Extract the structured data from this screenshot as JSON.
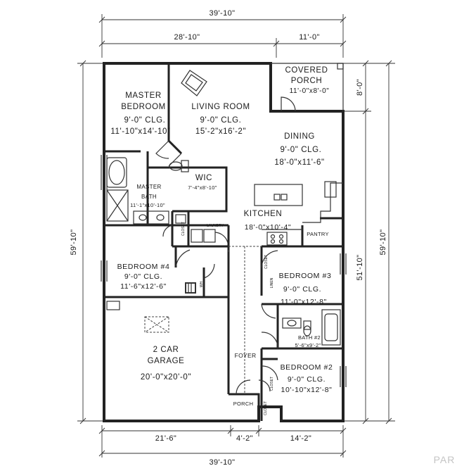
{
  "dimensions": {
    "top_overall": "39'-10\"",
    "top_left": "28'-10\"",
    "top_right": "11'-0\"",
    "bottom_overall": "39'-10\"",
    "bottom_left": "21'-6\"",
    "bottom_mid": "4'-2\"",
    "bottom_right": "14'-2\"",
    "left_overall": "59'-10\"",
    "right_overall": "59'-10\"",
    "right_porch": "8'-0\"",
    "right_inner": "51'-10\""
  },
  "rooms": {
    "covered_porch": {
      "name1": "COVERED",
      "name2": "PORCH",
      "size": "11'-0\"x8'-0\""
    },
    "master_bedroom": {
      "name1": "MASTER",
      "name2": "BEDROOM",
      "ceiling": "9'-0\" CLG.",
      "size": "11'-10\"x14'-10\""
    },
    "living_room": {
      "name": "LIVING ROOM",
      "ceiling": "9'-0\" CLG.",
      "size": "15'-2\"x16'-2\""
    },
    "dining": {
      "name": "DINING",
      "ceiling": "9'-0\" CLG.",
      "size": "18'-0\"x11'-6\""
    },
    "wic": {
      "name": "WIC",
      "size": "7'-4\"x8'-10\""
    },
    "master_bath": {
      "name1": "MASTER",
      "name2": "BATH",
      "size": "11'-1\"x10'-10\""
    },
    "kitchen": {
      "name": "KITCHEN",
      "size": "18'-0\"x10'-4\""
    },
    "pantry": {
      "name": "PANTRY"
    },
    "laundry": {
      "name": "LAUNDRY"
    },
    "closet": {
      "name": "CLOSET"
    },
    "linen": {
      "name": "LINEN"
    },
    "wh": {
      "name": "WH"
    },
    "bedroom4": {
      "name": "BEDROOM #4",
      "ceiling": "9'-0\" CLG.",
      "size": "11'-6\"x12'-6\""
    },
    "bedroom3": {
      "name": "BEDROOM #3",
      "ceiling": "9'-0\" CLG.",
      "size": "11'-0\"x12'-8\""
    },
    "bath2": {
      "name": "BATH #2",
      "size": "5'-6\"x9'-2\""
    },
    "garage": {
      "name1": "2 CAR",
      "name2": "GARAGE",
      "size": "20'-0\"x20'-0\""
    },
    "foyer": {
      "name": "FOYER"
    },
    "porch": {
      "name": "PORCH"
    },
    "bedroom2": {
      "name": "BEDROOM #2",
      "ceiling": "9'-0\" CLG.",
      "size": "10'-10\"x12'-8\""
    }
  },
  "watermark": "PAR",
  "icons": [
    "door-swing-icon",
    "fireplace-icon",
    "toilet-icon",
    "sink-icon",
    "tub-icon",
    "shower-icon",
    "range-icon",
    "water-heater-icon"
  ]
}
